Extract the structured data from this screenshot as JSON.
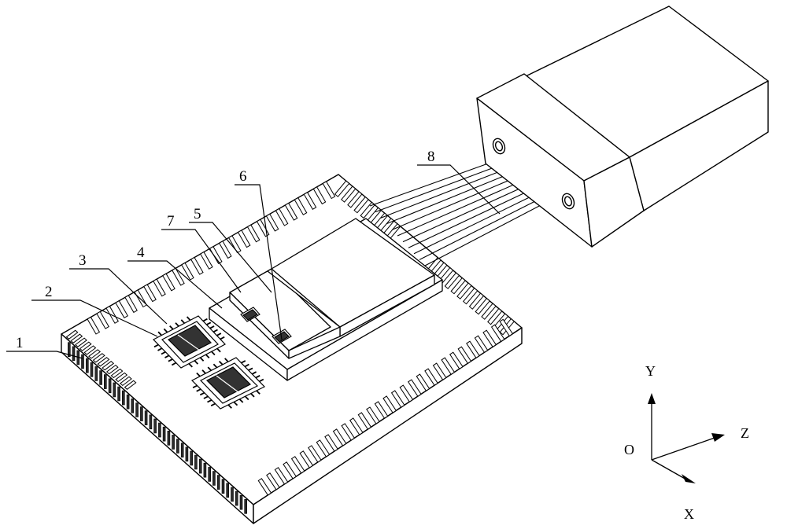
{
  "labels": [
    {
      "id": "1",
      "text": "1"
    },
    {
      "id": "2",
      "text": "2"
    },
    {
      "id": "3",
      "text": "3"
    },
    {
      "id": "4",
      "text": "4"
    },
    {
      "id": "5",
      "text": "5"
    },
    {
      "id": "6",
      "text": "6"
    },
    {
      "id": "7",
      "text": "7"
    },
    {
      "id": "8",
      "text": "8"
    }
  ],
  "axes": {
    "y": "Y",
    "z": "Z",
    "origin": "O",
    "x": "X"
  },
  "colors": {
    "line": "#000000",
    "background": "#ffffff",
    "pad_fill": "#2a2a2a"
  }
}
